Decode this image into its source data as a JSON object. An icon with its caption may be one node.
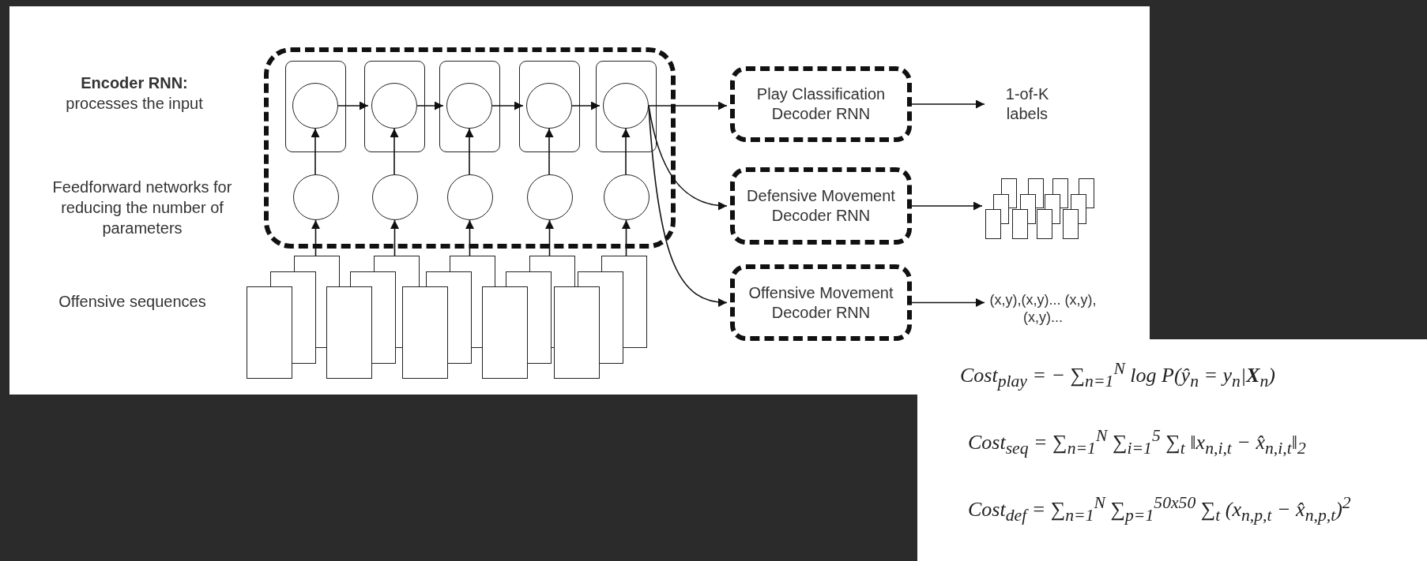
{
  "diagram": {
    "nodes": [
      {
        "text": [],
        "shape": "box"
      },
      {
        "text": [],
        "shape": "box",
        "in": 0
      },
      {
        "text": [],
        "shape": "box",
        "in": 0
      },
      {
        "text": [],
        "shape": "box",
        "in": 0
      },
      {
        "text": [],
        "shape": "box",
        "in": 0
      },
      {
        "text": [],
        "shape": "box",
        "in": 0
      },
      {
        "text": [],
        "shape": "circle",
        "in": 1
      },
      {
        "text": [],
        "shape": "circle",
        "in": 2
      },
      {
        "text": [],
        "shape": "circle",
        "in": 3
      },
      {
        "text": [],
        "shape": "circle",
        "in": 4
      },
      {
        "text": [],
        "shape": "circle",
        "in": 5
      },
      {
        "text": [],
        "shape": "circle",
        "in": 0
      },
      {
        "text": [],
        "shape": "circle",
        "in": 0
      },
      {
        "text": [],
        "shape": "circle",
        "in": 0
      },
      {
        "text": [],
        "shape": "circle",
        "in": 0
      },
      {
        "text": [],
        "shape": "circle",
        "in": 0
      },
      {
        "text": [],
        "shape": "box"
      },
      {
        "text": [],
        "shape": "box"
      },
      {
        "text": [],
        "shape": "box"
      },
      {
        "text": [],
        "shape": "box"
      },
      {
        "text": [],
        "shape": "box"
      },
      {
        "text": [
          "Play Classification Decoder RNN"
        ]
      },
      {
        "text": [
          "Defensive Movement Decoder RNN"
        ]
      },
      {
        "text": [
          "Offensive Movement Decoder RNN"
        ]
      },
      {
        "text": [
          "1-of-K labels"
        ]
      },
      {
        "text": [],
        "shape": "box"
      },
      {
        "text": [
          "(x,y),(x,y)... (x,y),(x,y)..."
        ]
      }
    ],
    "edges": [
      {
        "from": 6,
        "to": 7,
        "arrow": "to"
      },
      {
        "from": 7,
        "to": 8,
        "arrow": "to"
      },
      {
        "from": 8,
        "to": 9,
        "arrow": "to"
      },
      {
        "from": 9,
        "to": 10,
        "arrow": "to"
      },
      {
        "from": 11,
        "to": 6,
        "arrow": "to"
      },
      {
        "from": 12,
        "to": 7,
        "arrow": "to"
      },
      {
        "from": 13,
        "to": 8,
        "arrow": "to"
      },
      {
        "from": 14,
        "to": 9,
        "arrow": "to"
      },
      {
        "from": 15,
        "to": 10,
        "arrow": "to"
      },
      {
        "from": 16,
        "to": 11,
        "arrow": "to"
      },
      {
        "from": 17,
        "to": 12,
        "arrow": "to"
      },
      {
        "from": 18,
        "to": 13,
        "arrow": "to"
      },
      {
        "from": 19,
        "to": 14,
        "arrow": "to"
      },
      {
        "from": 20,
        "to": 15,
        "arrow": "to"
      },
      {
        "from": 10,
        "to": 21,
        "arrow": "to"
      },
      {
        "from": 10,
        "to": 22,
        "arrow": "to"
      },
      {
        "from": 10,
        "to": 23,
        "arrow": "to"
      },
      {
        "from": 21,
        "to": 24,
        "arrow": "to"
      },
      {
        "from": 22,
        "to": 25,
        "arrow": "to"
      },
      {
        "from": 23,
        "to": 26,
        "arrow": "to"
      }
    ],
    "labels": [
      "**Encoder RNN:** processes the input",
      "Feedforward networks for reducing the number of parameters",
      "Offensive sequences",
      "Cost$_{play}$ = − ∑$_{n=1}$$^{N}$ log P(ŷ$_{n}$ = y$_{n}$|**X**$_{n}$)",
      "Cost$_{seq}$ = ∑$_{n=1}$$^{N}$ ∑$_{i=1}$$^{5}$ ∑$_{t}$ ‖x$_{n,i,t}$ − x̂$_{n,i,t}$‖$_{2}$",
      "Cost$_{def}$ = ∑$_{n=1}$$^{N}$ ∑$_{p=1}$$^{50x50}$ ∑$_{t}$ (x$_{n,p,t}$ − x̂$_{n,p,t}$)$^{2}$"
    ]
  }
}
